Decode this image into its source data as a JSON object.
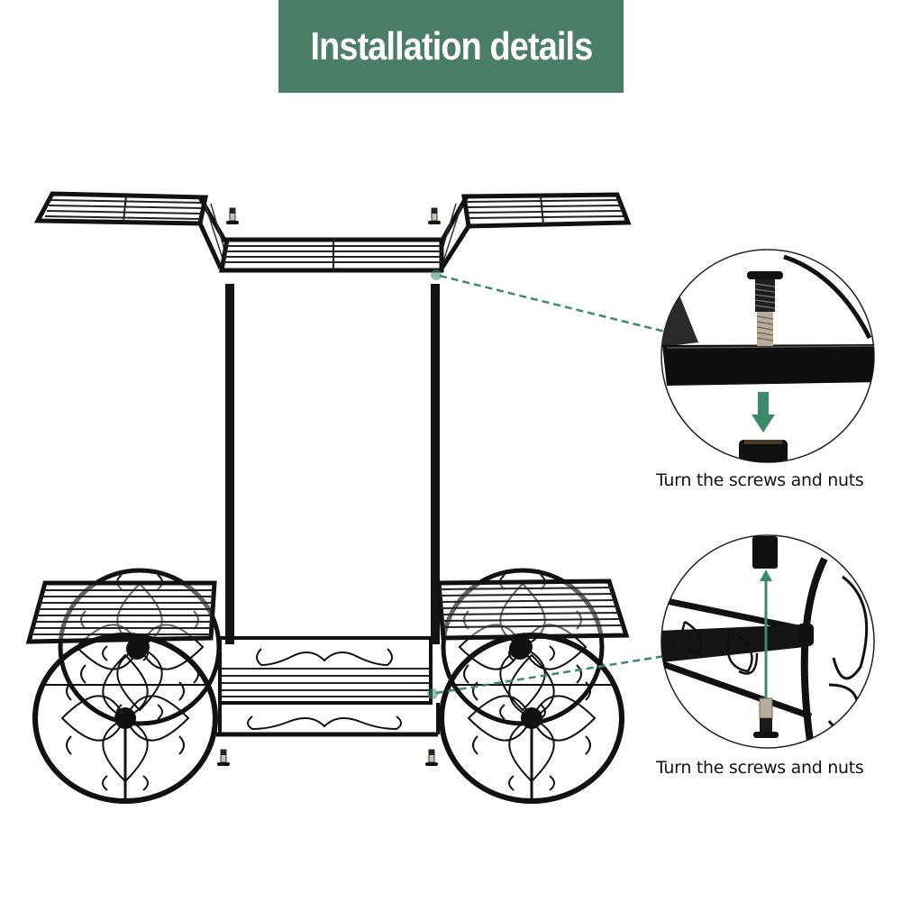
{
  "banner": {
    "title": "Installation details",
    "background_color": "#4a7e66",
    "text_color": "#ffffff"
  },
  "diagram": {
    "subject": "plant stand flower cart with four decorative wheels",
    "accent_color": "#3d8a6a",
    "frame_color": "#111111",
    "callouts": [
      {
        "id": "top-joint",
        "caption": "Turn the screws and nuts",
        "detail": "screw inserted from top into shelf frame, nut below, arrow pointing down"
      },
      {
        "id": "bottom-joint",
        "caption": "Turn the screws and nuts",
        "detail": "nut on top of post, screw from bottom through base frame, arrow pointing up"
      }
    ],
    "loose_screws": 4
  }
}
